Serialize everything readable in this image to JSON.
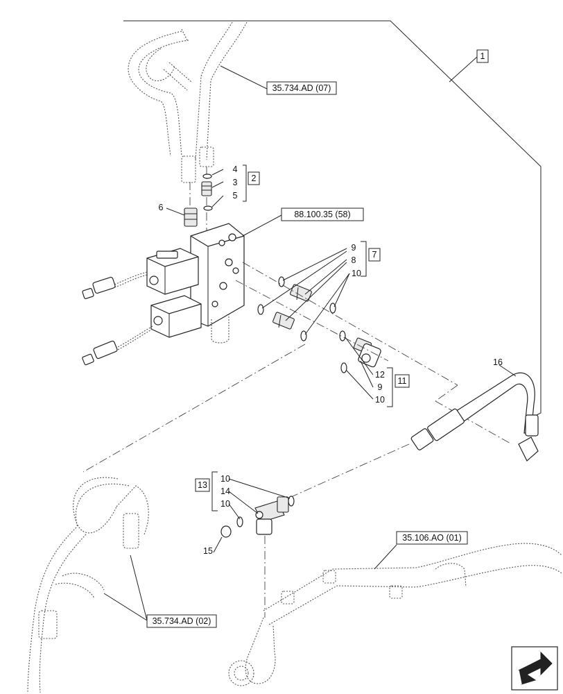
{
  "references": {
    "hose_top": "35.734.AD (07)",
    "valve_block": "88.100.35 (58)",
    "harness_bottom": "35.106.AO (01)",
    "hose_bottom": "35.734.AD (02)"
  },
  "kits": {
    "k1": "1",
    "k2": "2",
    "k7": "7",
    "k11": "11",
    "k13": "13"
  },
  "parts": {
    "p3": "3",
    "p4": "4",
    "p5": "5",
    "p6": "6",
    "p8": "8",
    "p9a": "9",
    "p9b": "9",
    "p10a": "10",
    "p10b": "10",
    "p10c": "10",
    "p10d": "10",
    "p12": "12",
    "p14": "14",
    "p15": "15",
    "p16": "16"
  },
  "icons": {
    "nav": "next-page-arrow-icon"
  }
}
